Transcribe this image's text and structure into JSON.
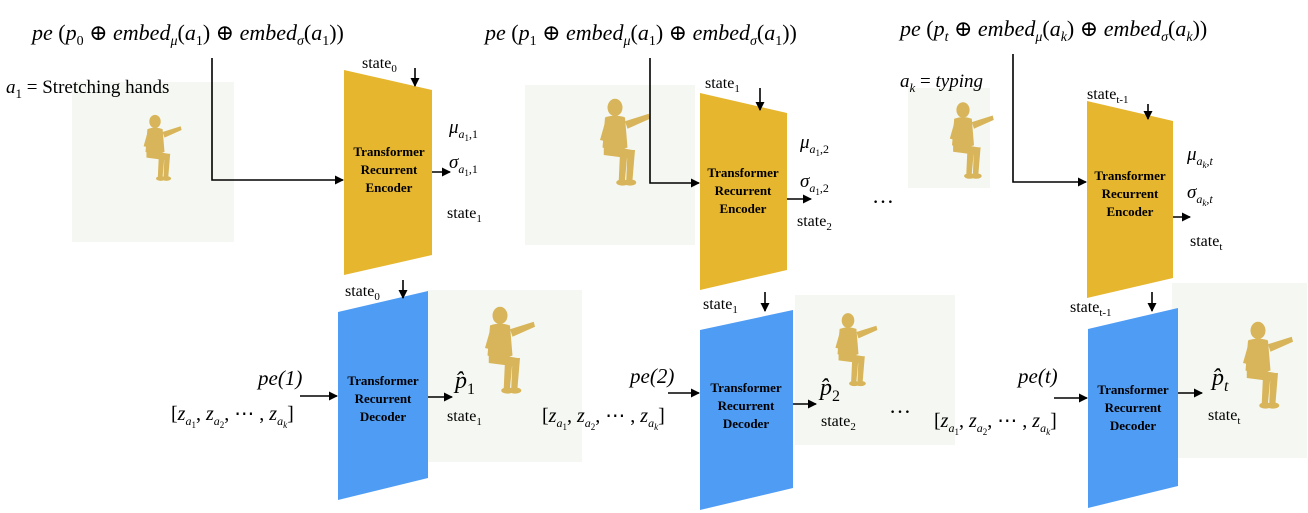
{
  "colors": {
    "encoder": "#e6b62f",
    "decoder": "#4f9cf5",
    "panel": "#f5f8f2",
    "figure": "#d8b55a",
    "arrow": "#000000"
  },
  "icons": {
    "figure": "seated-human-mesh-icon"
  },
  "stages": [
    {
      "formula": {
        "pe": "pe",
        "p": "p",
        "p_sub": "0",
        "oplus": "⊕",
        "embed": "embed",
        "mu_sub": "μ",
        "sigma_sub": "σ",
        "a": "a",
        "a_sub": "1"
      },
      "action": {
        "a": "a",
        "a_sub": "1",
        "eq": " = ",
        "value": "Stretching hands"
      },
      "encoder": {
        "line1": "Transformer",
        "line2": "Recurrent",
        "line3": "Encoder",
        "state_in": {
          "base": "state",
          "sub": "0"
        },
        "mu": {
          "sym": "μ",
          "a_sub": "a",
          "a_subsub": "1",
          "idx": ",1"
        },
        "sigma": {
          "sym": "σ",
          "a_sub": "a",
          "a_subsub": "1",
          "idx": ",1"
        },
        "state_out": {
          "base": "state",
          "sub": "1"
        }
      },
      "decoder": {
        "line1": "Transformer",
        "line2": "Recurrent",
        "line3": "Decoder",
        "state_in": {
          "base": "state",
          "sub": "0"
        },
        "pe": "pe(1)",
        "z": {
          "open": "[",
          "z": "z",
          "s1": "a",
          "ss1": "1",
          "s2": "a",
          "ss2": "2",
          "dots": ", ⋯ , ",
          "sk": "a",
          "ssk": "k",
          "close": "]"
        },
        "p_hat": {
          "sym": "p̂",
          "sub": "1"
        },
        "state_out": {
          "base": "state",
          "sub": "1"
        }
      }
    },
    {
      "formula": {
        "pe": "pe",
        "p": "p",
        "p_sub": "1",
        "oplus": "⊕",
        "embed": "embed",
        "mu_sub": "μ",
        "sigma_sub": "σ",
        "a": "a",
        "a_sub": "1"
      },
      "encoder": {
        "line1": "Transformer",
        "line2": "Recurrent",
        "line3": "Encoder",
        "state_in": {
          "base": "state",
          "sub": "1"
        },
        "mu": {
          "sym": "μ",
          "a_sub": "a",
          "a_subsub": "1",
          "idx": ",2"
        },
        "sigma": {
          "sym": "σ",
          "a_sub": "a",
          "a_subsub": "1",
          "idx": ",2"
        },
        "state_out": {
          "base": "state",
          "sub": "2"
        }
      },
      "decoder": {
        "line1": "Transformer",
        "line2": "Recurrent",
        "line3": "Decoder",
        "state_in": {
          "base": "state",
          "sub": "1"
        },
        "pe": "pe(2)",
        "z": {
          "open": "[",
          "z": "z",
          "s1": "a",
          "ss1": "1",
          "s2": "a",
          "ss2": "2",
          "dots": ", ⋯ , ",
          "sk": "a",
          "ssk": "k",
          "close": "]"
        },
        "p_hat": {
          "sym": "p̂",
          "sub": "2"
        },
        "state_out": {
          "base": "state",
          "sub": "2"
        }
      }
    },
    {
      "formula": {
        "pe": "pe",
        "p": "p",
        "p_sub": "t",
        "oplus": "⊕",
        "embed": "embed",
        "mu_sub": "μ",
        "sigma_sub": "σ",
        "a": "a",
        "a_sub": "k"
      },
      "action": {
        "a": "a",
        "a_sub": "k",
        "eq": " = ",
        "value": "typing"
      },
      "encoder": {
        "line1": "Transformer",
        "line2": "Recurrent",
        "line3": "Encoder",
        "state_in": {
          "base": "state",
          "sub": "t-1"
        },
        "mu": {
          "sym": "μ",
          "a_sub": "a",
          "a_subsub": "k",
          "idx": ",t"
        },
        "sigma": {
          "sym": "σ",
          "a_sub": "a",
          "a_subsub": "k",
          "idx": ",t"
        },
        "state_out": {
          "base": "state",
          "sub": "t"
        }
      },
      "decoder": {
        "line1": "Transformer",
        "line2": "Recurrent",
        "line3": "Decoder",
        "state_in": {
          "base": "state",
          "sub": "t-1"
        },
        "pe": "pe(t)",
        "z": {
          "open": "[",
          "z": "z",
          "s1": "a",
          "ss1": "1",
          "s2": "a",
          "ss2": "2",
          "dots": ", ⋯ , ",
          "sk": "a",
          "ssk": "k",
          "close": "]"
        },
        "p_hat": {
          "sym": "p̂",
          "sub": "t"
        },
        "state_out": {
          "base": "state",
          "sub": "t"
        }
      }
    }
  ],
  "ellipsis": "…"
}
